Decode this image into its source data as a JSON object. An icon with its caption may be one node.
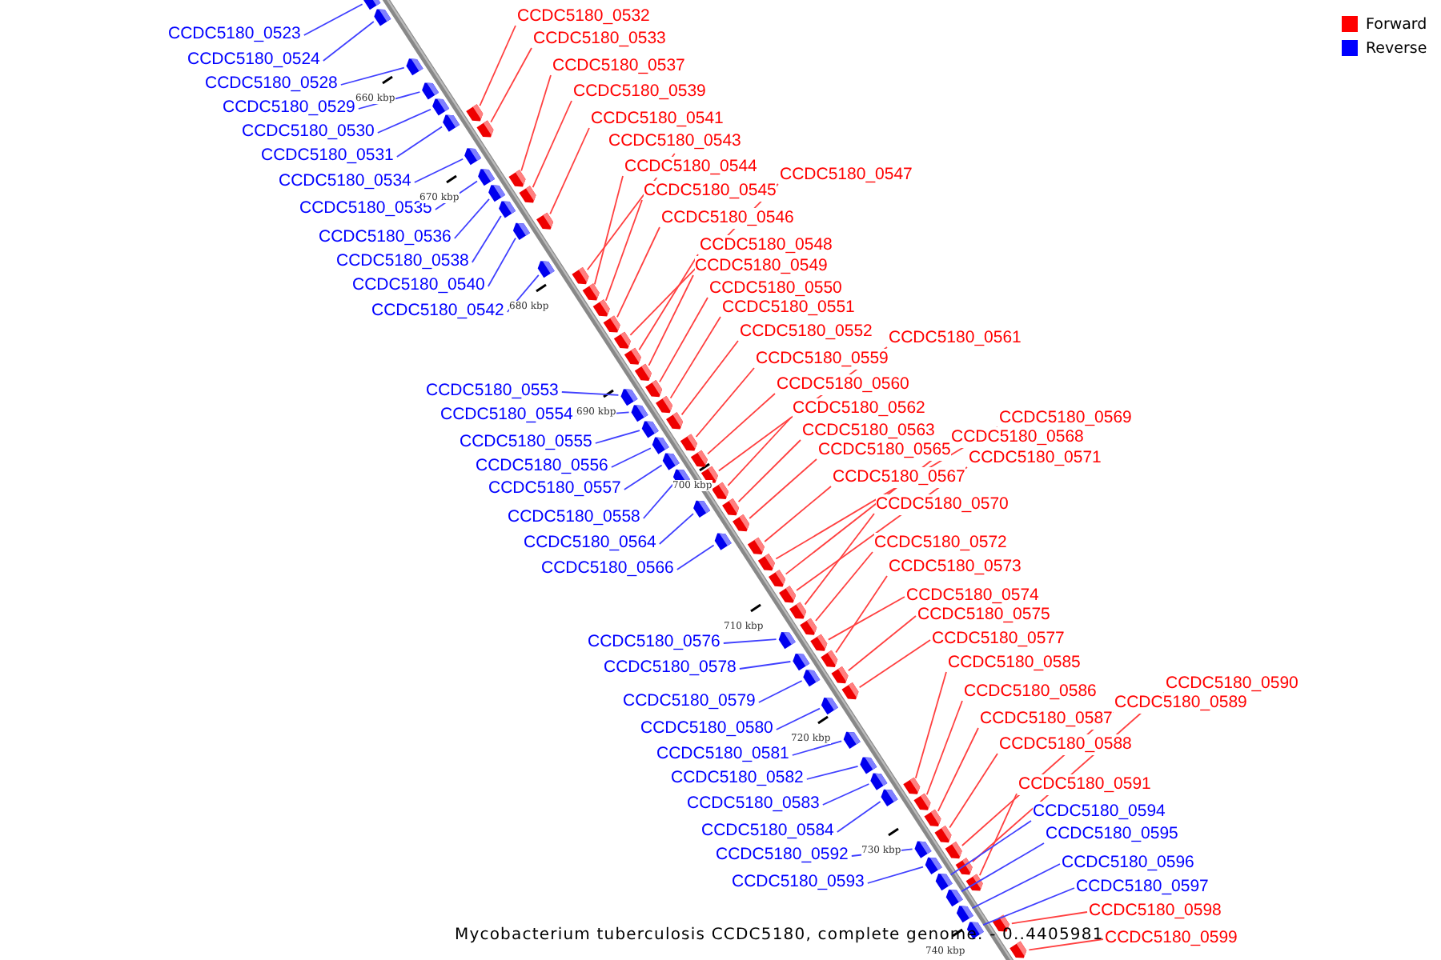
{
  "diagram": {
    "caption": "Mycobacterium tuberculosis CCDC5180, complete genome. - 0..4405981",
    "nodes": [
      {
        "text": [
          "CCDC5180_0523"
        ]
      },
      {
        "text": [
          "CCDC5180_0524"
        ]
      },
      {
        "text": [
          "CCDC5180_0528"
        ]
      },
      {
        "text": [
          "CCDC5180_0529"
        ]
      },
      {
        "text": [
          "CCDC5180_0530"
        ]
      },
      {
        "text": [
          "CCDC5180_0531"
        ]
      },
      {
        "text": [
          "CCDC5180_0532"
        ]
      },
      {
        "text": [
          "CCDC5180_0533"
        ]
      },
      {
        "text": [
          "CCDC5180_0534"
        ]
      },
      {
        "text": [
          "CCDC5180_0535"
        ]
      },
      {
        "text": [
          "CCDC5180_0536"
        ]
      },
      {
        "text": [
          "CCDC5180_0537"
        ]
      },
      {
        "text": [
          "CCDC5180_0538"
        ]
      },
      {
        "text": [
          "CCDC5180_0539"
        ]
      },
      {
        "text": [
          "CCDC5180_0540"
        ]
      },
      {
        "text": [
          "CCDC5180_0541"
        ]
      },
      {
        "text": [
          "CCDC5180_0542"
        ]
      },
      {
        "text": [
          "CCDC5180_0543"
        ]
      },
      {
        "text": [
          "CCDC5180_0544"
        ]
      },
      {
        "text": [
          "CCDC5180_0545"
        ]
      },
      {
        "text": [
          "CCDC5180_0546"
        ]
      },
      {
        "text": [
          "CCDC5180_0547"
        ]
      },
      {
        "text": [
          "CCDC5180_0548"
        ]
      },
      {
        "text": [
          "CCDC5180_0549"
        ]
      },
      {
        "text": [
          "CCDC5180_0550"
        ]
      },
      {
        "text": [
          "CCDC5180_0551"
        ]
      },
      {
        "text": [
          "CCDC5180_0552"
        ]
      },
      {
        "text": [
          "CCDC5180_0553"
        ]
      },
      {
        "text": [
          "CCDC5180_0554"
        ]
      },
      {
        "text": [
          "CCDC5180_0555"
        ]
      },
      {
        "text": [
          "CCDC5180_0556"
        ]
      },
      {
        "text": [
          "CCDC5180_0557"
        ]
      },
      {
        "text": [
          "CCDC5180_0558"
        ]
      },
      {
        "text": [
          "CCDC5180_0559"
        ]
      },
      {
        "text": [
          "CCDC5180_0560"
        ]
      },
      {
        "text": [
          "CCDC5180_0561"
        ]
      },
      {
        "text": [
          "CCDC5180_0562"
        ]
      },
      {
        "text": [
          "CCDC5180_0563"
        ]
      },
      {
        "text": [
          "CCDC5180_0564"
        ]
      },
      {
        "text": [
          "CCDC5180_0565"
        ]
      },
      {
        "text": [
          "CCDC5180_0566"
        ]
      },
      {
        "text": [
          "CCDC5180_0567"
        ]
      },
      {
        "text": [
          "CCDC5180_0568"
        ]
      },
      {
        "text": [
          "CCDC5180_0569"
        ]
      },
      {
        "text": [
          "CCDC5180_0570"
        ]
      },
      {
        "text": [
          "CCDC5180_0571"
        ]
      },
      {
        "text": [
          "CCDC5180_0572"
        ]
      },
      {
        "text": [
          "CCDC5180_0573"
        ]
      },
      {
        "text": [
          "CCDC5180_0574"
        ]
      },
      {
        "text": [
          "CCDC5180_0575"
        ]
      },
      {
        "text": [
          "CCDC5180_0576"
        ]
      },
      {
        "text": [
          "CCDC5180_0577"
        ]
      },
      {
        "text": [
          "CCDC5180_0578"
        ]
      },
      {
        "text": [
          "CCDC5180_0579"
        ]
      },
      {
        "text": [
          "CCDC5180_0580"
        ]
      },
      {
        "text": [
          "CCDC5180_0581"
        ]
      },
      {
        "text": [
          "CCDC5180_0582"
        ]
      },
      {
        "text": [
          "CCDC5180_0583"
        ]
      },
      {
        "text": [
          "CCDC5180_0584"
        ]
      },
      {
        "text": [
          "CCDC5180_0585"
        ]
      },
      {
        "text": [
          "CCDC5180_0586"
        ]
      },
      {
        "text": [
          "CCDC5180_0587"
        ]
      },
      {
        "text": [
          "CCDC5180_0588"
        ]
      },
      {
        "text": [
          "CCDC5180_0589"
        ]
      },
      {
        "text": [
          "CCDC5180_0590"
        ]
      },
      {
        "text": [
          "CCDC5180_0591"
        ]
      },
      {
        "text": [
          "CCDC5180_0592"
        ]
      },
      {
        "text": [
          "CCDC5180_0593"
        ]
      },
      {
        "text": [
          "CCDC5180_0594"
        ]
      },
      {
        "text": [
          "CCDC5180_0595"
        ]
      },
      {
        "text": [
          "CCDC5180_0596"
        ]
      },
      {
        "text": [
          "CCDC5180_0597"
        ]
      },
      {
        "text": [
          "CCDC5180_0598"
        ]
      },
      {
        "text": [
          "CCDC5180_0599"
        ]
      },
      {
        "text": [],
        "shape": "arrow"
      },
      {
        "text": [],
        "shape": "arrow"
      },
      {
        "text": [],
        "shape": "arrow"
      },
      {
        "text": [],
        "shape": "arrow"
      },
      {
        "text": [],
        "shape": "arrow"
      },
      {
        "text": [],
        "shape": "arrow"
      },
      {
        "text": [],
        "shape": "arrow"
      },
      {
        "text": [],
        "shape": "arrow"
      },
      {
        "text": [],
        "shape": "arrow"
      },
      {
        "text": [],
        "shape": "arrow"
      },
      {
        "text": [],
        "shape": "arrow"
      },
      {
        "text": [],
        "shape": "arrow"
      },
      {
        "text": [],
        "shape": "arrow"
      },
      {
        "text": [],
        "shape": "arrow"
      },
      {
        "text": [],
        "shape": "arrow"
      },
      {
        "text": [],
        "shape": "arrow"
      },
      {
        "text": [],
        "shape": "arrow"
      },
      {
        "text": [],
        "shape": "arrow"
      },
      {
        "text": [],
        "shape": "arrow"
      },
      {
        "text": [],
        "shape": "arrow"
      },
      {
        "text": [],
        "shape": "arrow"
      },
      {
        "text": [],
        "shape": "arrow"
      },
      {
        "text": [],
        "shape": "arrow"
      },
      {
        "text": [],
        "shape": "arrow"
      },
      {
        "text": [],
        "shape": "arrow"
      },
      {
        "text": [],
        "shape": "arrow"
      },
      {
        "text": [],
        "shape": "arrow"
      },
      {
        "text": [],
        "shape": "arrow"
      },
      {
        "text": [],
        "shape": "arrow"
      },
      {
        "text": [],
        "shape": "arrow"
      },
      {
        "text": [],
        "shape": "arrow"
      },
      {
        "text": [],
        "shape": "arrow"
      },
      {
        "text": [],
        "shape": "arrow"
      },
      {
        "text": [],
        "shape": "arrow"
      },
      {
        "text": [],
        "shape": "arrow"
      },
      {
        "text": [],
        "shape": "arrow"
      },
      {
        "text": [],
        "shape": "arrow"
      },
      {
        "text": [],
        "shape": "arrow"
      },
      {
        "text": [],
        "shape": "arrow"
      },
      {
        "text": [],
        "shape": "arrow"
      },
      {
        "text": [],
        "shape": "arrow"
      },
      {
        "text": [],
        "shape": "arrow"
      },
      {
        "text": [],
        "shape": "arrow"
      },
      {
        "text": [],
        "shape": "arrow"
      },
      {
        "text": [],
        "shape": "arrow"
      },
      {
        "text": [],
        "shape": "arrow"
      },
      {
        "text": [],
        "shape": "arrow"
      },
      {
        "text": [],
        "shape": "arrow"
      },
      {
        "text": [],
        "shape": "arrow"
      },
      {
        "text": [],
        "shape": "arrow"
      },
      {
        "text": [],
        "shape": "arrow"
      },
      {
        "text": [],
        "shape": "arrow"
      },
      {
        "text": [],
        "shape": "arrow"
      },
      {
        "text": [],
        "shape": "arrow"
      },
      {
        "text": [],
        "shape": "arrow"
      },
      {
        "text": [],
        "shape": "arrow"
      },
      {
        "text": [],
        "shape": "arrow"
      },
      {
        "text": [],
        "shape": "arrow"
      },
      {
        "text": [],
        "shape": "arrow"
      },
      {
        "text": [],
        "shape": "arrow"
      },
      {
        "text": [],
        "shape": "arrow"
      },
      {
        "text": [],
        "shape": "arrow"
      },
      {
        "text": [],
        "shape": "arrow"
      },
      {
        "text": [],
        "shape": "arrow"
      },
      {
        "text": [],
        "shape": "arrow"
      },
      {
        "text": [],
        "shape": "arrow"
      },
      {
        "text": [],
        "shape": "arrow"
      },
      {
        "text": [],
        "shape": "arrow"
      },
      {
        "text": [],
        "shape": "arrow"
      },
      {
        "text": [],
        "shape": "arrow"
      },
      {
        "text": [],
        "shape": "arrow"
      },
      {
        "text": [],
        "shape": "arrow"
      },
      {
        "text": [],
        "shape": "arrow"
      },
      {
        "text": [],
        "shape": "arrow"
      }
    ],
    "edges": [
      {
        "from": 0,
        "to": 74,
        "arrow": "none",
        "color": "#4040ff"
      },
      {
        "from": 1,
        "to": 75,
        "arrow": "none",
        "color": "#4040ff"
      },
      {
        "from": 2,
        "to": 76,
        "arrow": "none",
        "color": "#4040ff"
      },
      {
        "from": 3,
        "to": 77,
        "arrow": "none",
        "color": "#4040ff"
      },
      {
        "from": 4,
        "to": 78,
        "arrow": "none",
        "color": "#4040ff"
      },
      {
        "from": 5,
        "to": 79,
        "arrow": "none",
        "color": "#4040ff"
      },
      {
        "from": 6,
        "to": 80,
        "arrow": "none"
      },
      {
        "from": 7,
        "to": 81,
        "arrow": "none"
      },
      {
        "from": 8,
        "to": 82,
        "arrow": "none",
        "color": "#4040ff"
      },
      {
        "from": 9,
        "to": 83,
        "arrow": "none",
        "color": "#4040ff"
      },
      {
        "from": 10,
        "to": 84,
        "arrow": "none",
        "color": "#4040ff"
      },
      {
        "from": 11,
        "to": 85,
        "arrow": "none"
      },
      {
        "from": 12,
        "to": 86,
        "arrow": "none",
        "color": "#4040ff"
      },
      {
        "from": 13,
        "to": 87,
        "arrow": "none"
      },
      {
        "from": 14,
        "to": 88,
        "arrow": "none",
        "color": "#4040ff"
      },
      {
        "from": 15,
        "to": 89,
        "arrow": "none"
      },
      {
        "from": 16,
        "to": 90,
        "arrow": "none",
        "color": "#4040ff"
      },
      {
        "from": 17,
        "to": 91,
        "arrow": "none"
      },
      {
        "from": 18,
        "to": 92,
        "arrow": "none"
      },
      {
        "from": 19,
        "to": 93,
        "arrow": "none"
      },
      {
        "from": 20,
        "to": 94,
        "arrow": "none"
      },
      {
        "from": 21,
        "to": 95,
        "arrow": "none"
      },
      {
        "from": 22,
        "to": 96,
        "arrow": "none"
      },
      {
        "from": 23,
        "to": 97,
        "arrow": "none"
      },
      {
        "from": 24,
        "to": 98,
        "arrow": "none"
      },
      {
        "from": 25,
        "to": 99,
        "arrow": "none"
      },
      {
        "from": 26,
        "to": 100,
        "arrow": "none"
      },
      {
        "from": 27,
        "to": 101,
        "arrow": "none",
        "color": "#4040ff"
      },
      {
        "from": 28,
        "to": 102,
        "arrow": "none",
        "color": "#4040ff"
      },
      {
        "from": 29,
        "to": 103,
        "arrow": "none",
        "color": "#4040ff"
      },
      {
        "from": 30,
        "to": 104,
        "arrow": "none",
        "color": "#4040ff"
      },
      {
        "from": 31,
        "to": 105,
        "arrow": "none",
        "color": "#4040ff"
      },
      {
        "from": 32,
        "to": 106,
        "arrow": "none",
        "color": "#4040ff"
      },
      {
        "from": 33,
        "to": 107,
        "arrow": "none"
      },
      {
        "from": 34,
        "to": 108,
        "arrow": "none"
      },
      {
        "from": 35,
        "to": 109,
        "arrow": "none"
      },
      {
        "from": 36,
        "to": 110,
        "arrow": "none"
      },
      {
        "from": 37,
        "to": 111,
        "arrow": "none"
      },
      {
        "from": 38,
        "to": 112,
        "arrow": "none",
        "color": "#4040ff"
      },
      {
        "from": 39,
        "to": 113,
        "arrow": "none"
      },
      {
        "from": 40,
        "to": 114,
        "arrow": "none",
        "color": "#4040ff"
      },
      {
        "from": 41,
        "to": 115,
        "arrow": "none"
      },
      {
        "from": 42,
        "to": 116,
        "arrow": "none"
      },
      {
        "from": 43,
        "to": 117,
        "arrow": "none"
      },
      {
        "from": 44,
        "to": 118,
        "arrow": "none"
      },
      {
        "from": 45,
        "to": 119,
        "arrow": "none"
      },
      {
        "from": 46,
        "to": 120,
        "arrow": "none"
      },
      {
        "from": 47,
        "to": 121,
        "arrow": "none"
      },
      {
        "from": 48,
        "to": 122,
        "arrow": "none"
      },
      {
        "from": 49,
        "to": 123,
        "arrow": "none"
      },
      {
        "from": 50,
        "to": 124,
        "arrow": "none",
        "color": "#4040ff"
      },
      {
        "from": 51,
        "to": 125,
        "arrow": "none"
      },
      {
        "from": 52,
        "to": 126,
        "arrow": "none",
        "color": "#4040ff"
      },
      {
        "from": 53,
        "to": 127,
        "arrow": "none",
        "color": "#4040ff"
      },
      {
        "from": 54,
        "to": 128,
        "arrow": "none",
        "color": "#4040ff"
      },
      {
        "from": 55,
        "to": 129,
        "arrow": "none",
        "color": "#4040ff"
      },
      {
        "from": 56,
        "to": 130,
        "arrow": "none",
        "color": "#4040ff"
      },
      {
        "from": 57,
        "to": 131,
        "arrow": "none",
        "color": "#4040ff"
      },
      {
        "from": 58,
        "to": 132,
        "arrow": "none",
        "color": "#4040ff"
      },
      {
        "from": 59,
        "to": 133,
        "arrow": "none"
      },
      {
        "from": 60,
        "to": 134,
        "arrow": "none"
      },
      {
        "from": 61,
        "to": 135,
        "arrow": "none"
      },
      {
        "from": 62,
        "to": 136,
        "arrow": "none"
      },
      {
        "from": 63,
        "to": 137,
        "arrow": "none"
      },
      {
        "from": 64,
        "to": 138,
        "arrow": "none"
      },
      {
        "from": 65,
        "to": 139,
        "arrow": "none"
      },
      {
        "from": 66,
        "to": 140,
        "arrow": "none",
        "color": "#4040ff"
      },
      {
        "from": 67,
        "to": 141,
        "arrow": "none",
        "color": "#4040ff"
      },
      {
        "from": 68,
        "to": 142,
        "arrow": "none",
        "color": "#4040ff"
      },
      {
        "from": 69,
        "to": 143,
        "arrow": "none",
        "color": "#4040ff"
      },
      {
        "from": 70,
        "to": 144,
        "arrow": "none",
        "color": "#4040ff"
      },
      {
        "from": 71,
        "to": 145,
        "arrow": "none",
        "color": "#4040ff"
      },
      {
        "from": 72,
        "to": 146,
        "arrow": "none"
      },
      {
        "from": 73,
        "to": 147,
        "arrow": "none"
      }
    ],
    "labels": [
      "660 kbp",
      "670 kbp",
      "680 kbp",
      "690 kbp",
      "700 kbp",
      "710 kbp",
      "720 kbp",
      "730 kbp",
      "740 kbp"
    ],
    "legend": [
      {
        "text": "Forward",
        "color": "#ff0000"
      },
      {
        "text": "Reverse",
        "color": "#0000ff"
      }
    ]
  }
}
